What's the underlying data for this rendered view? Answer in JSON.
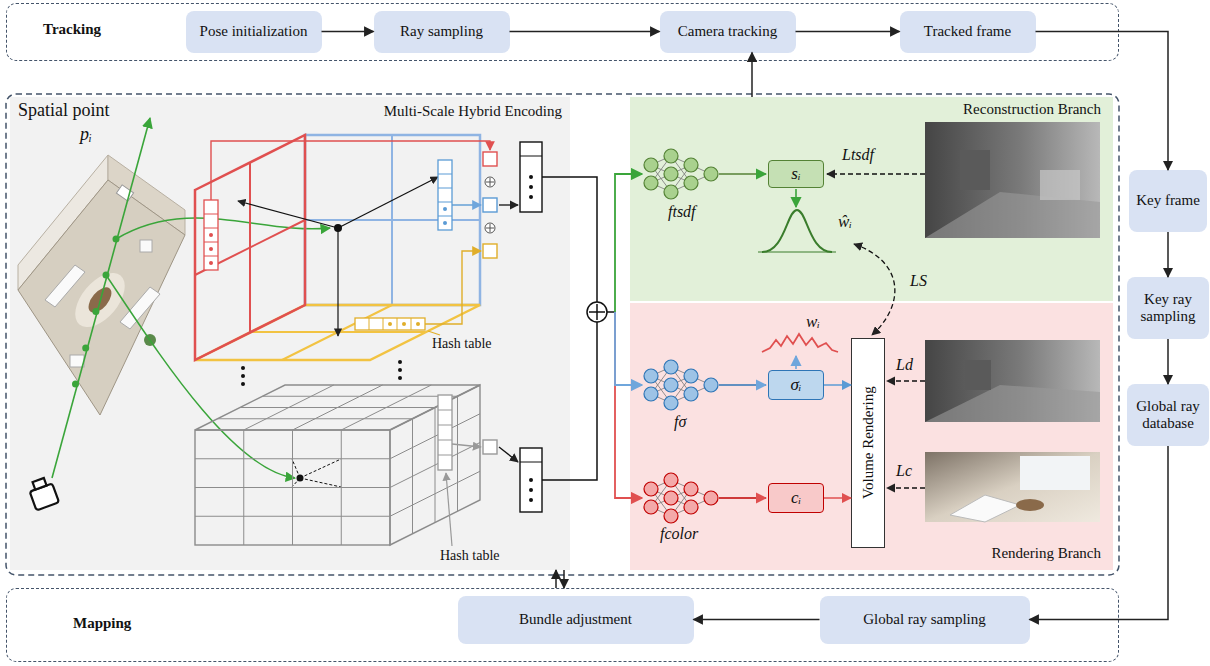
{
  "diagram": {
    "nodes": [
      {
        "text": [
          "Tracking"
        ]
      },
      {
        "text": [
          "Pose initialization"
        ],
        "in": 0
      },
      {
        "text": [
          "Ray sampling"
        ],
        "in": 0
      },
      {
        "text": [
          "Camera tracking"
        ],
        "in": 0
      },
      {
        "text": [
          "Tracked frame"
        ],
        "in": 0
      },
      {
        "text": [
          "Multi-Scale Hybrid Encoding"
        ]
      },
      {
        "text": [
          "Reconstruction Branch"
        ]
      },
      {
        "text": [
          "sᵢ"
        ],
        "in": 6
      },
      {
        "text": [
          "Rendering Branch"
        ]
      },
      {
        "text": [
          "σᵢ"
        ],
        "in": 8
      },
      {
        "text": [
          "cᵢ"
        ],
        "in": 8
      },
      {
        "text": [
          "Volume Rendering"
        ],
        "in": 8
      },
      {
        "text": [
          "Key frame"
        ]
      },
      {
        "text": [
          "Key ray sampling"
        ]
      },
      {
        "text": [
          "Global ray database"
        ]
      },
      {
        "text": [
          "Mapping"
        ]
      },
      {
        "text": [
          "Bundle adjustment"
        ],
        "in": 15
      },
      {
        "text": [
          "Global ray sampling"
        ],
        "in": 15
      }
    ],
    "edges": [
      {
        "from": 1,
        "to": 2,
        "arrow": "to"
      },
      {
        "from": 2,
        "to": 3,
        "arrow": "to"
      },
      {
        "from": 3,
        "to": 4,
        "arrow": "to"
      },
      {
        "from": 4,
        "to": 12,
        "arrow": "to"
      },
      {
        "from": 12,
        "to": 13,
        "arrow": "to"
      },
      {
        "from": 13,
        "to": 14,
        "arrow": "to"
      },
      {
        "from": 14,
        "to": 17,
        "arrow": "to"
      },
      {
        "from": 17,
        "to": 16,
        "arrow": "to"
      },
      {
        "from": 6,
        "to": 3,
        "arrow": "to"
      },
      {
        "from": 15,
        "to": 5,
        "arrow": "to"
      },
      {
        "from": 5,
        "to": 15,
        "arrow": "to"
      },
      {
        "from": 9,
        "to": 11,
        "arrow": "to"
      },
      {
        "from": 10,
        "to": 11,
        "arrow": "to"
      }
    ],
    "labels": [
      "Spatial point",
      "pᵢ",
      "Hash table",
      "Hash table",
      "ftsdf",
      "ŵᵢ",
      "Ltsdf",
      "LS",
      "wᵢ",
      "fσ",
      "fcolor",
      "Ld",
      "Lc"
    ]
  }
}
